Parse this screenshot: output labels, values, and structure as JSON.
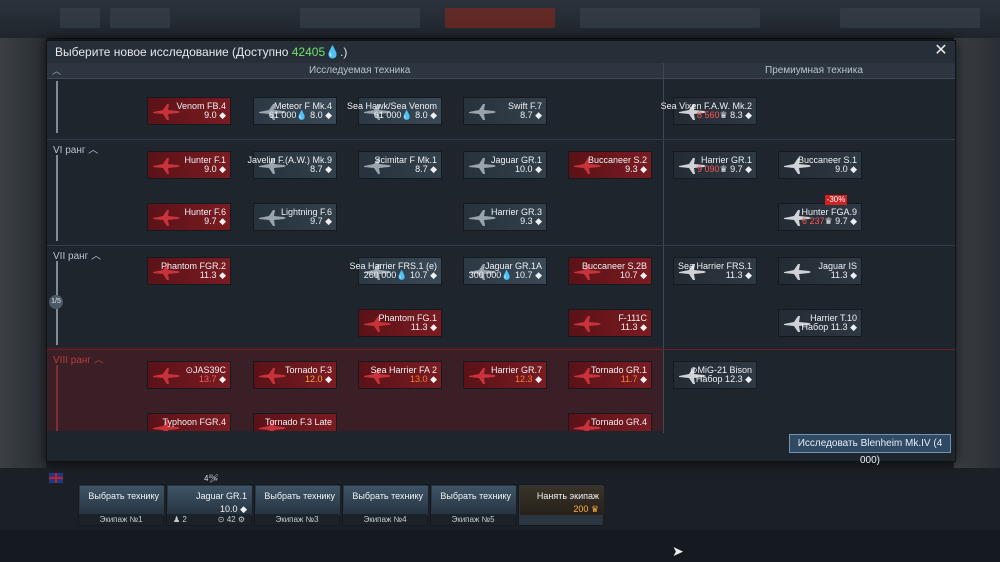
{
  "header": {
    "title_prefix": "Выберите новое исследование (Доступно ",
    "available": "42405",
    "title_suffix": ".)"
  },
  "columns": {
    "researched": "Исследуемая техника",
    "premium": "Премиумная техника"
  },
  "ranks": [
    "VI ранг",
    "VII ранг",
    "VIII ранг"
  ],
  "era_badge": "1/5",
  "vehicles": [
    {
      "name": "Venom FB.4",
      "br": "9.0"
    },
    {
      "name": "Meteor F Mk.4",
      "cost": "61 000",
      "br": "8.0"
    },
    {
      "name": "Sea Hawk/Sea Venom",
      "cost": "61 000",
      "br": "8.0"
    },
    {
      "name": "Swift F.7",
      "br": "8.7"
    },
    {
      "name": "Sea Vixen F.A.W. Mk.2",
      "cost": "8 560",
      "br": "8.3"
    },
    {
      "name": "Hunter F.1",
      "br": "9.0"
    },
    {
      "name": "Javelin F.(A.W.) Mk.9",
      "br": "8.7"
    },
    {
      "name": "Scimitar F Mk.1",
      "br": "8.7"
    },
    {
      "name": "Jaguar GR.1",
      "br": "10.0"
    },
    {
      "name": "Buccaneer S.2",
      "br": "9.3"
    },
    {
      "name": "Harrier GR.1",
      "cost": "9 090",
      "br": "9.7"
    },
    {
      "name": "Buccaneer S.1",
      "br": "9.0"
    },
    {
      "name": "Hunter F.6",
      "br": "9.7"
    },
    {
      "name": "Lightning F.6",
      "br": "9.7"
    },
    {
      "name": "Harrier GR.3",
      "br": "9.3"
    },
    {
      "name": "Hunter FGA.9",
      "cost": "6 237",
      "br": "9.7",
      "discount": "-30%"
    },
    {
      "name": "Phantom FGR.2",
      "br": "11.3"
    },
    {
      "name": "Sea Harrier FRS.1 (e)",
      "cost": "260 000",
      "br": "10.7"
    },
    {
      "name": "Jaguar GR.1A",
      "cost": "300 000",
      "br": "10.7"
    },
    {
      "name": "Buccaneer S.2B",
      "br": "10.7"
    },
    {
      "name": "Sea Harrier FRS.1",
      "br": "11.3"
    },
    {
      "name": "Jaguar IS",
      "br": "11.3"
    },
    {
      "name": "Phantom FG.1",
      "br": "11.3"
    },
    {
      "name": "F-111C",
      "br": "11.3"
    },
    {
      "name": "Harrier T.10",
      "br": "Набор 11.3"
    },
    {
      "name": "⊙JAS39C",
      "br": "13.7"
    },
    {
      "name": "Tornado F.3",
      "br": "12.0"
    },
    {
      "name": "Sea Harrier FA 2",
      "br": "13.0"
    },
    {
      "name": "Harrier GR.7",
      "br": "12.3"
    },
    {
      "name": "Tornado GR.1",
      "br": "11.7"
    },
    {
      "name": "⊙MiG-21 Bison",
      "br": "Набор 12.3"
    },
    {
      "name": "Typhoon FGR.4",
      "br": ""
    },
    {
      "name": "Tornado F.3 Late",
      "br": ""
    },
    {
      "name": "Tornado GR.4",
      "br": ""
    }
  ],
  "research_button": "Исследовать Blenheim Mk.IV (4 000)",
  "crew": [
    {
      "label": "Выбрать технику",
      "foot": "Экипаж №1"
    },
    {
      "label": "Jaguar GR.1",
      "foot_left": "2",
      "foot_right": "42",
      "br": "10.0"
    },
    {
      "label": "Выбрать технику",
      "foot": "Экипаж №3"
    },
    {
      "label": "Выбрать технику",
      "foot": "Экипаж №4"
    },
    {
      "label": "Выбрать технику",
      "foot": "Экипаж №5"
    },
    {
      "label": "Нанять экипаж",
      "price": "200"
    }
  ],
  "slot_count": "4"
}
